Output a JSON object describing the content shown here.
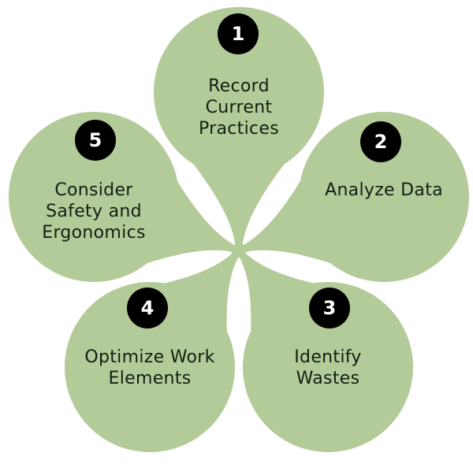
{
  "diagram": {
    "type": "five-step petal cycle",
    "colors": {
      "petal_fill": "#b3cb98",
      "badge_fill": "#000000",
      "badge_text": "#ffffff",
      "label_text": "#151d15",
      "background": "#ffffff"
    },
    "steps": [
      {
        "number": "1",
        "label_lines": [
          "Record",
          "Current",
          "Practices"
        ],
        "position": "top"
      },
      {
        "number": "2",
        "label_lines": [
          "Analyze Data"
        ],
        "position": "right"
      },
      {
        "number": "3",
        "label_lines": [
          "Identify",
          "Wastes"
        ],
        "position": "bottom-right"
      },
      {
        "number": "4",
        "label_lines": [
          "Optimize Work",
          "Elements"
        ],
        "position": "bottom-left"
      },
      {
        "number": "5",
        "label_lines": [
          "Consider",
          "Safety and",
          "Ergonomics"
        ],
        "position": "left"
      }
    ]
  }
}
